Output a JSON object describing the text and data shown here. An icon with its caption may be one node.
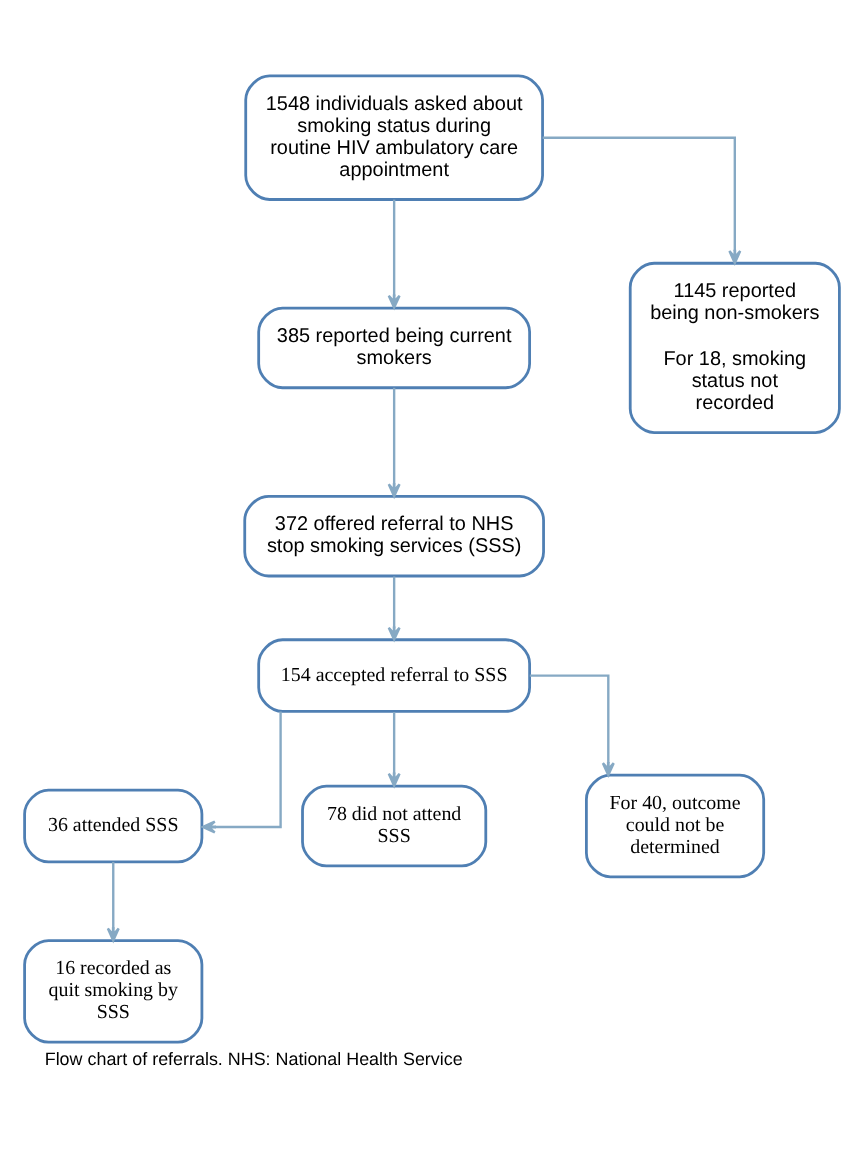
{
  "diagram": {
    "caption": "Flow chart of referrals. NHS: National Health Service",
    "nodes": [
      {
        "text": [
          "1548 individuals asked about smoking status during routine HIV ambulatory care appointment"
        ]
      },
      {
        "text": [
          "385 reported being current smokers"
        ]
      },
      {
        "text": [
          "1145 reported being non-smokers",
          "For 18, smoking status not recorded"
        ]
      },
      {
        "text": [
          "372 offered referral to NHS stop smoking services (SSS)"
        ]
      },
      {
        "text": [
          "154 accepted referral to SSS"
        ]
      },
      {
        "text": [
          "36 attended SSS"
        ]
      },
      {
        "text": [
          "78 did not attend SSS"
        ]
      },
      {
        "text": [
          "For 40, outcome could not be determined"
        ]
      },
      {
        "text": [
          "16 recorded as quit smoking by SSS"
        ]
      }
    ],
    "edges": [
      {
        "from": 0,
        "to": 1,
        "arrow": "to"
      },
      {
        "from": 0,
        "to": 2,
        "arrow": "to"
      },
      {
        "from": 1,
        "to": 3,
        "arrow": "to"
      },
      {
        "from": 3,
        "to": 4,
        "arrow": "to"
      },
      {
        "from": 4,
        "to": 5,
        "arrow": "to"
      },
      {
        "from": 4,
        "to": 6,
        "arrow": "to"
      },
      {
        "from": 4,
        "to": 7,
        "arrow": "to"
      },
      {
        "from": 5,
        "to": 8,
        "arrow": "to"
      }
    ]
  }
}
